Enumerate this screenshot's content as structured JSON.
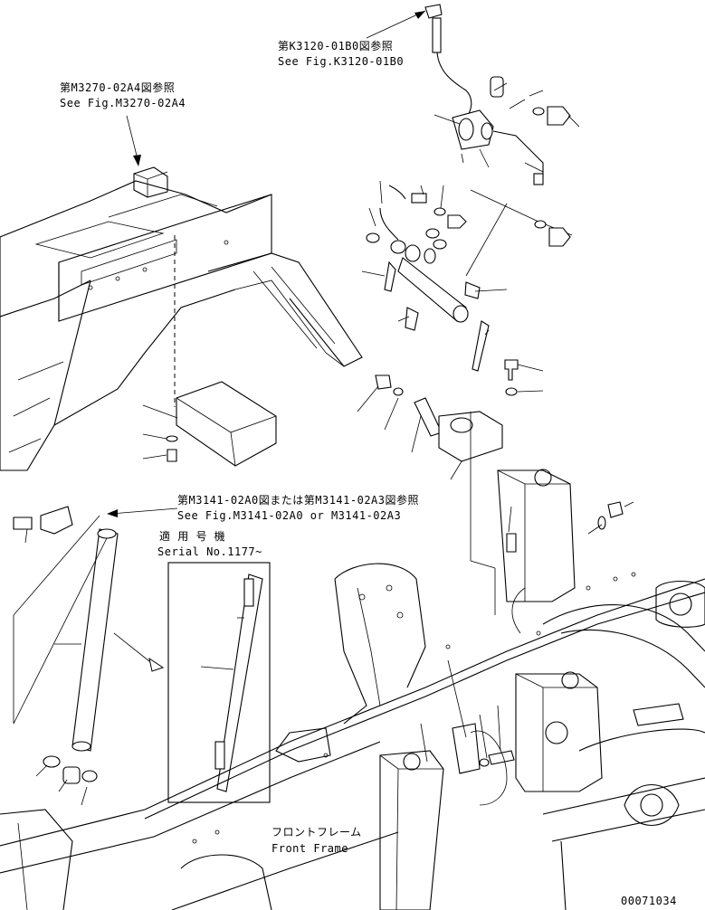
{
  "callouts": {
    "k3120_jp": "第K3120-01B0図参照",
    "k3120_en": "See Fig.K3120-01B0",
    "m3270_jp": "第M3270-02A4図参照",
    "m3270_en": "See Fig.M3270-02A4",
    "m3141_jp": "第M3141-02A0図または第M3141-02A3図参照",
    "m3141_en": "See Fig.M3141-02A0 or M3141-02A3",
    "serial_jp": "適 用 号 機",
    "serial_en": "Serial No.1177~",
    "frame_jp": "フロントフレーム",
    "frame_en": "Front Frame"
  },
  "drawing_number": "00071034",
  "colors": {
    "line": "#000000",
    "background": "#ffffff"
  }
}
